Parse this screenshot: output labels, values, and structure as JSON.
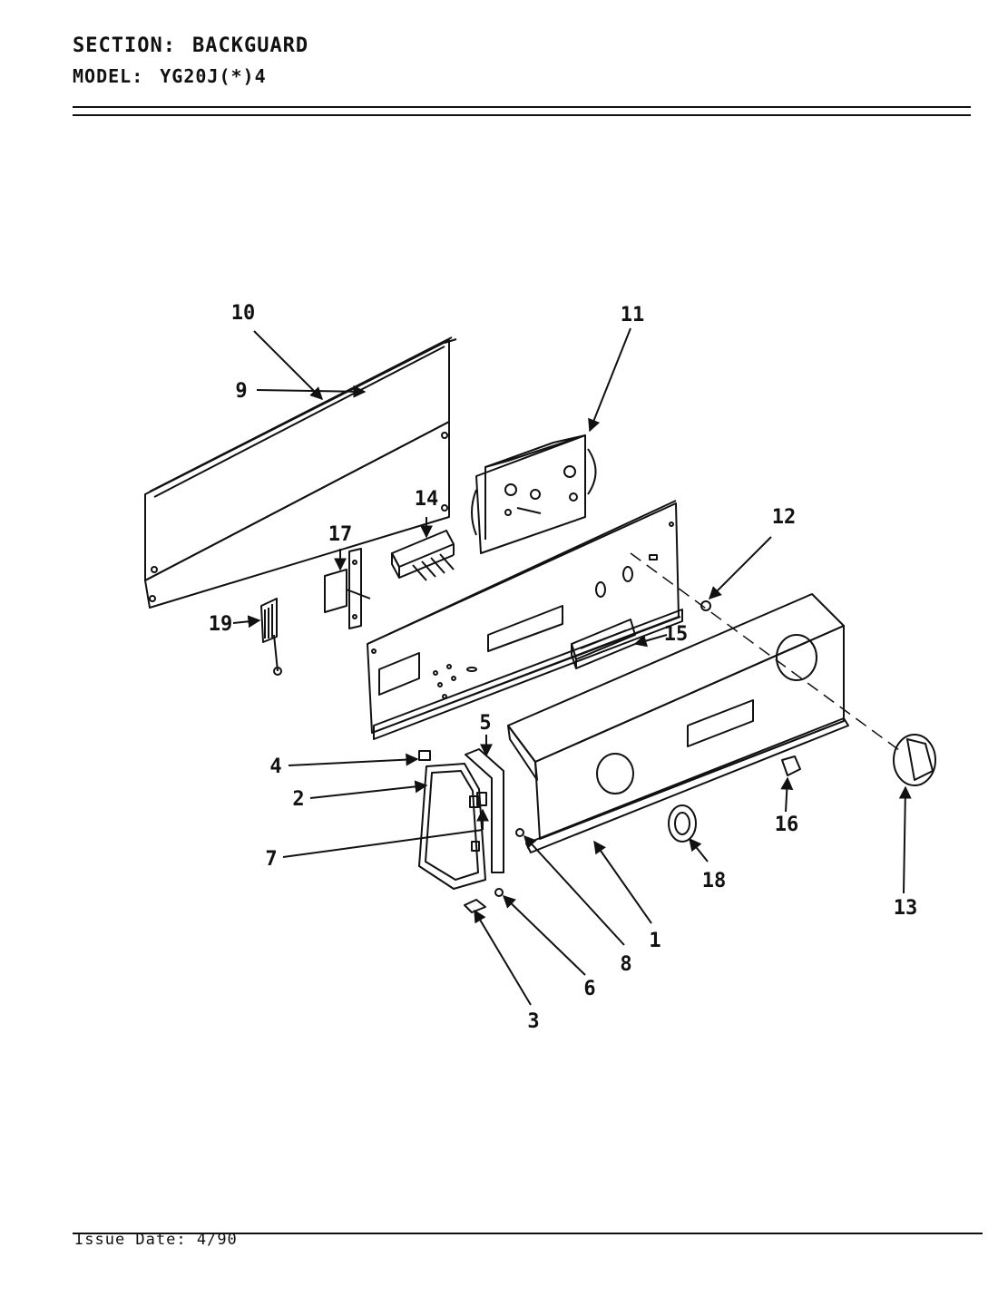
{
  "header": {
    "section_label": "SECTION:",
    "section_value": "BACKGUARD",
    "model_label": "MODEL:",
    "model_value": "YG20J(*)4"
  },
  "callouts": [
    "10",
    "11",
    "14",
    "17",
    "12",
    "19",
    "15",
    "9",
    "5",
    "4",
    "2",
    "7",
    "16",
    "13",
    "18",
    "1",
    "8",
    "6",
    "3"
  ],
  "footer": {
    "issue_label": "Issue Date:",
    "issue_value": "4/90"
  },
  "colors": {
    "ink": "#111111",
    "paper": "#ffffff"
  }
}
